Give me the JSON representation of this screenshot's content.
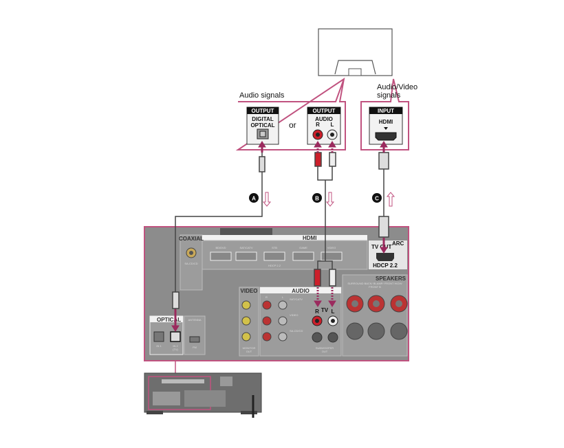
{
  "labels": {
    "audio_signals": "Audio signals",
    "av_signals_line1": "Audio/Video",
    "av_signals_line2": "signals",
    "or": "or"
  },
  "tv_ports": {
    "optical": {
      "header": "OUTPUT",
      "line1": "DIGITAL",
      "line2": "OPTICAL"
    },
    "audio": {
      "header": "OUTPUT",
      "line1": "AUDIO",
      "r": "R",
      "l": "L"
    },
    "hdmi": {
      "header": "INPUT",
      "line1": "HDMI"
    }
  },
  "cables": [
    {
      "id": "A",
      "type": "optical"
    },
    {
      "id": "B",
      "type": "analog-audio"
    },
    {
      "id": "C",
      "type": "hdmi"
    }
  ],
  "receiver": {
    "coaxial": "COAXIAL",
    "coaxial_in": "IN",
    "coaxial_sub": "SA-CD/CD",
    "hdmi": "HDMI",
    "hdmi_inputs": [
      "BD/DVD",
      "SAT/CATV",
      "GAME",
      "VIDEO",
      "STB"
    ],
    "hdmi_note": "HDCP 2.2",
    "tv_out": "TV OUT",
    "arc": "ARC",
    "video": "VIDEO",
    "monitor_out_1": "MONITOR",
    "monitor_out_2": "OUT",
    "audio": "AUDIO",
    "audio_r": "R",
    "audio_l": "L",
    "audio_inputs": [
      "SAT/CATV",
      "VIDEO",
      "SA-CD/CD"
    ],
    "tv": "TV",
    "tv_r": "R",
    "tv_l": "L",
    "subwoofer_1": "SUBWOOFER",
    "subwoofer_2": "OUT",
    "speakers": "SPEAKERS",
    "speakers_sub": "SURROUND BACK/ BI-AMP/ FRONT HIGH/ FRONT B",
    "optical": "OPTICAL",
    "optical_in1": "IN 1",
    "optical_in2": "IN 2",
    "optical_in2_sub": "(TV)",
    "antenna": "ANTENNA",
    "fm": "FM"
  },
  "colors": {
    "accent_pink": "#c0527f",
    "arrow_magenta": "#9b2a5e",
    "panel_gray": "#8c8c8c",
    "rca_red": "#cc1f2a"
  }
}
